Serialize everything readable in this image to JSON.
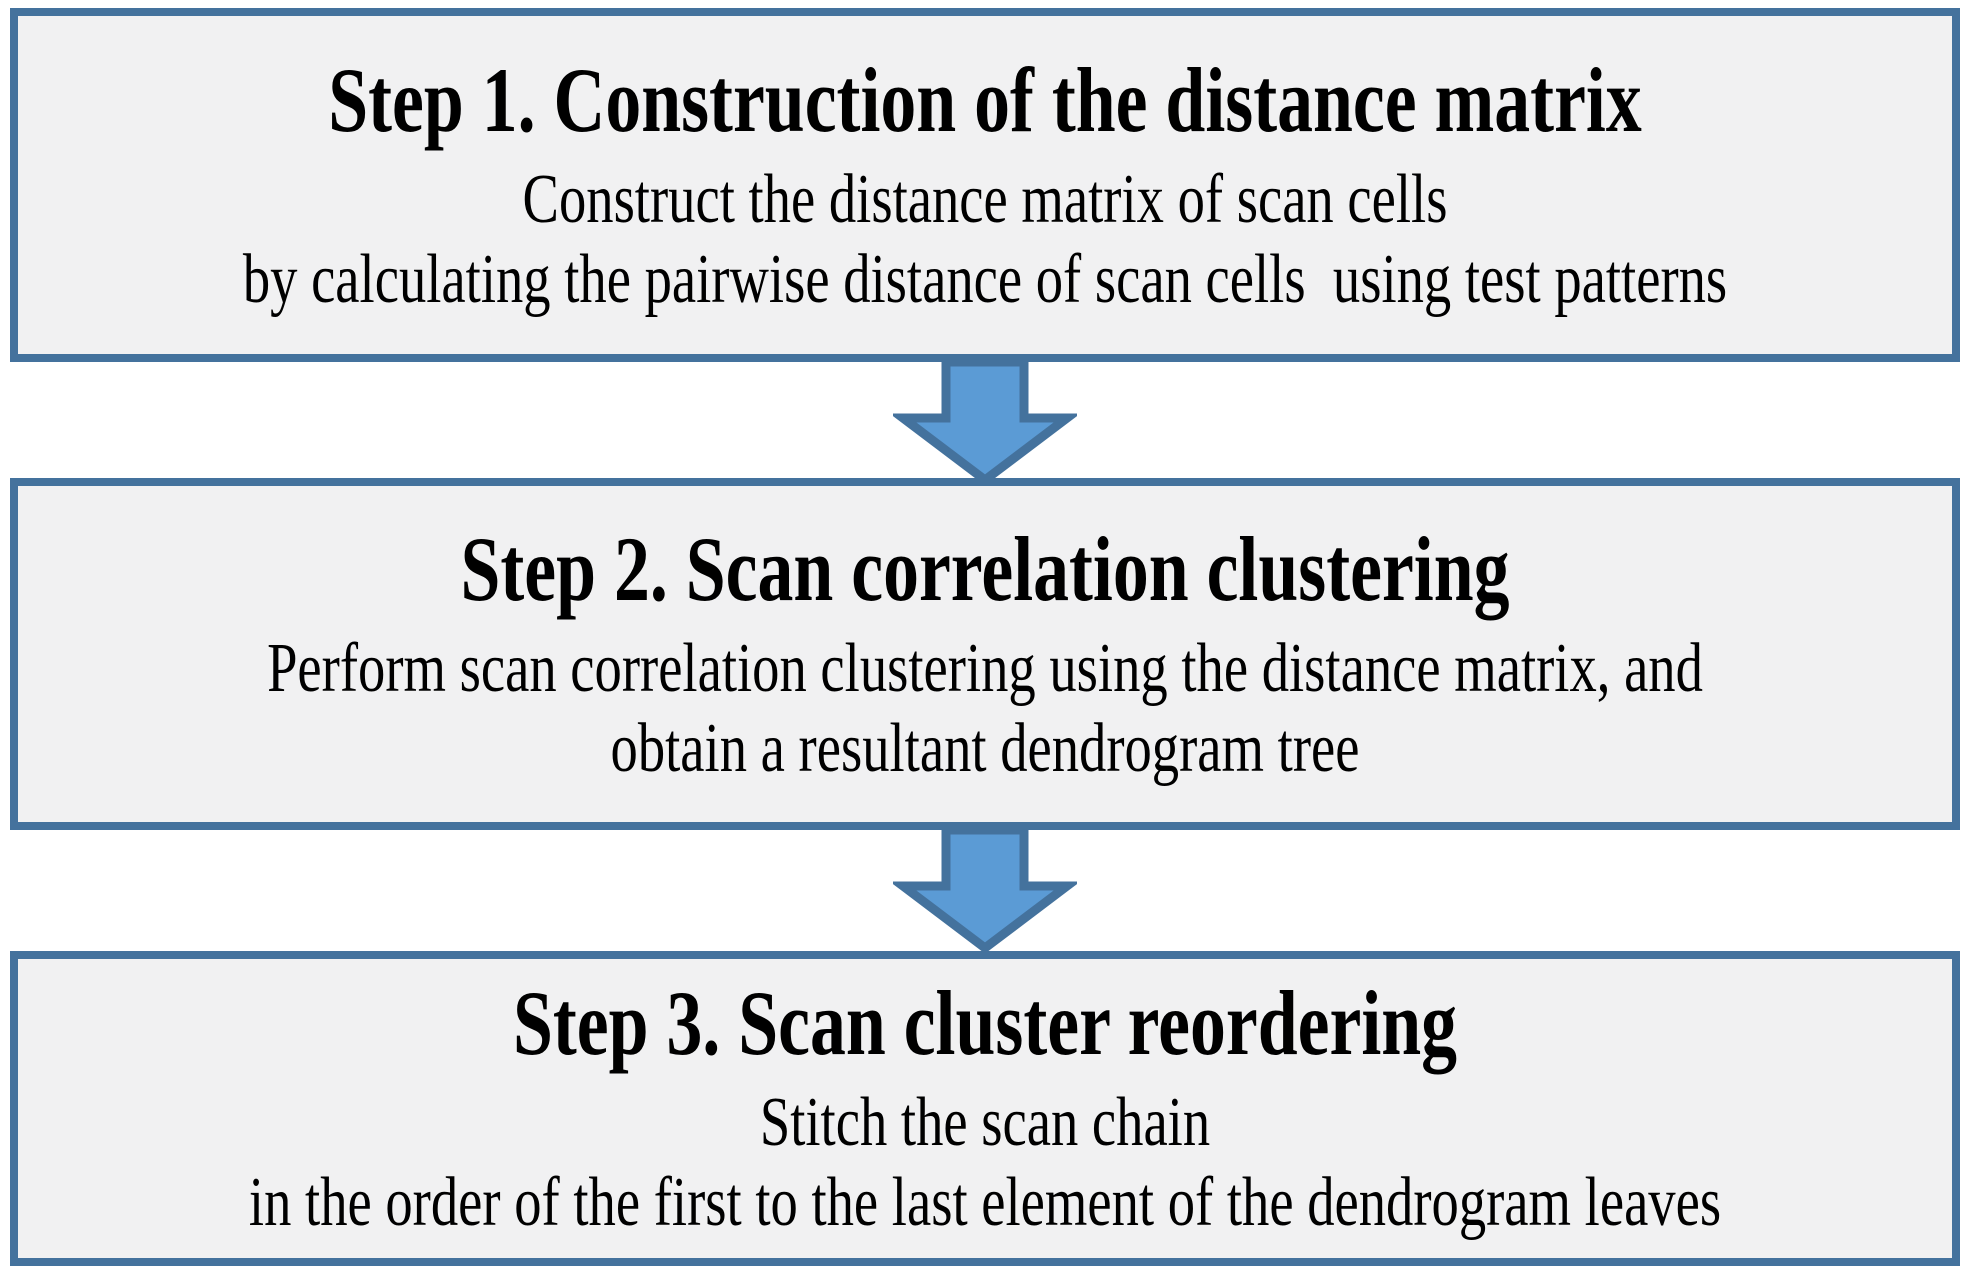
{
  "colors": {
    "box_border": "#44729D",
    "box_fill": "#F1F1F2",
    "arrow_fill": "#5B9BD5",
    "arrow_stroke": "#44729D",
    "text": "#000000",
    "background": "#FFFFFF"
  },
  "steps": [
    {
      "title": "Step 1. Construction of the distance matrix",
      "lines": [
        "Construct the distance matrix of scan cells",
        "by calculating the pairwise distance of scan cells  using test patterns"
      ]
    },
    {
      "title": "Step 2. Scan correlation clustering",
      "lines": [
        "Perform scan correlation clustering using the distance matrix, and",
        "obtain a resultant dendrogram tree"
      ]
    },
    {
      "title": "Step 3. Scan cluster reordering",
      "lines": [
        "Stitch the scan chain",
        "in the order of the first to the last element of the dendrogram leaves"
      ]
    }
  ],
  "arrows": [
    {
      "name": "arrow from step 1 to step 2"
    },
    {
      "name": "arrow from step 2 to step 3"
    }
  ]
}
